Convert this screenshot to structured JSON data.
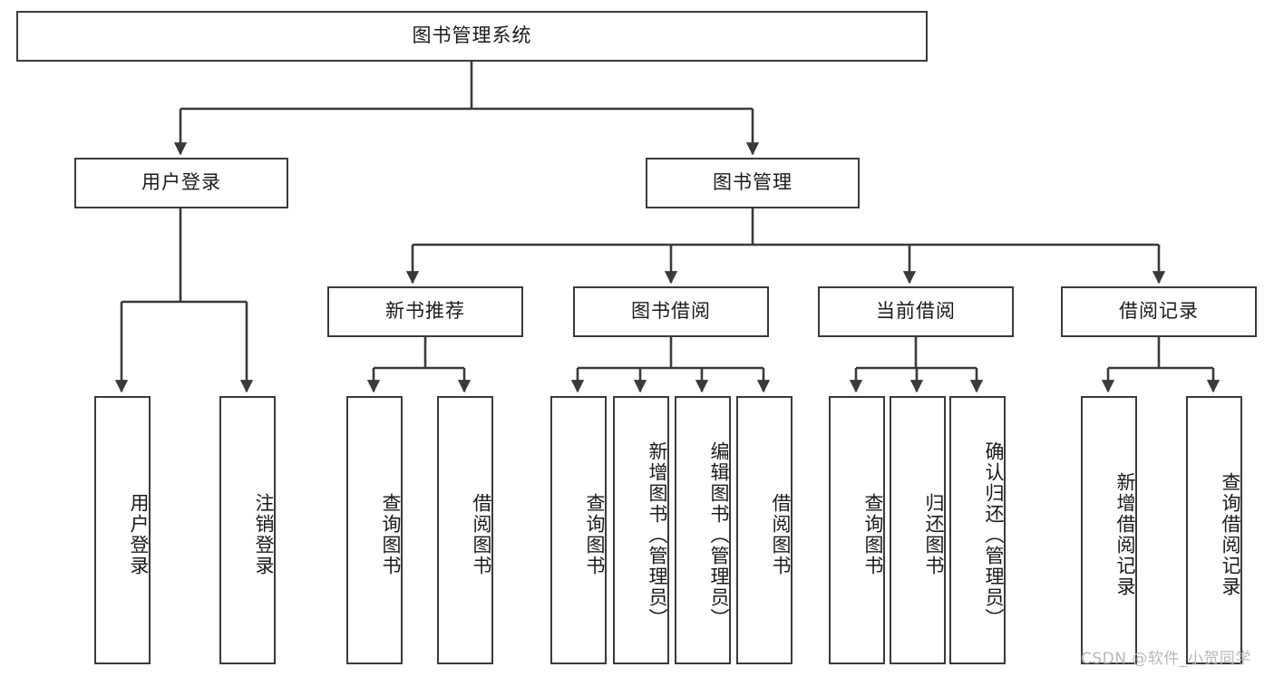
{
  "diagram": {
    "title": "图书管理系统",
    "watermark": "CSDN @软件_小贺同学",
    "colors": {
      "stroke": "#3a3a3a",
      "fill": "#ffffff",
      "text": "#1a1a1a",
      "watermark": "#b9b9b9"
    },
    "root": {
      "label": "图书管理系统"
    },
    "level2": {
      "user_login": {
        "label": "用户登录"
      },
      "book_manage": {
        "label": "图书管理"
      }
    },
    "level3": {
      "new_book_recommend": {
        "label": "新书推荐"
      },
      "book_borrow": {
        "label": "图书借阅"
      },
      "current_borrow": {
        "label": "当前借阅"
      },
      "borrow_record": {
        "label": "借阅记录"
      }
    },
    "leaves": {
      "user_login_children": [
        {
          "label": "用户登录"
        },
        {
          "label": "注销登录"
        }
      ],
      "new_book_recommend_children": [
        {
          "label": "查询图书"
        },
        {
          "label": "借阅图书"
        }
      ],
      "book_borrow_children": [
        {
          "label": "查询图书"
        },
        {
          "label": "新增图书（管理员）"
        },
        {
          "label": "编辑图书（管理员）"
        },
        {
          "label": "借阅图书"
        }
      ],
      "current_borrow_children": [
        {
          "label": "查询图书"
        },
        {
          "label": "归还图书"
        },
        {
          "label": "确认归还（管理员）"
        }
      ],
      "borrow_record_children": [
        {
          "label": "新增借阅记录"
        },
        {
          "label": "查询借阅记录"
        }
      ]
    }
  }
}
